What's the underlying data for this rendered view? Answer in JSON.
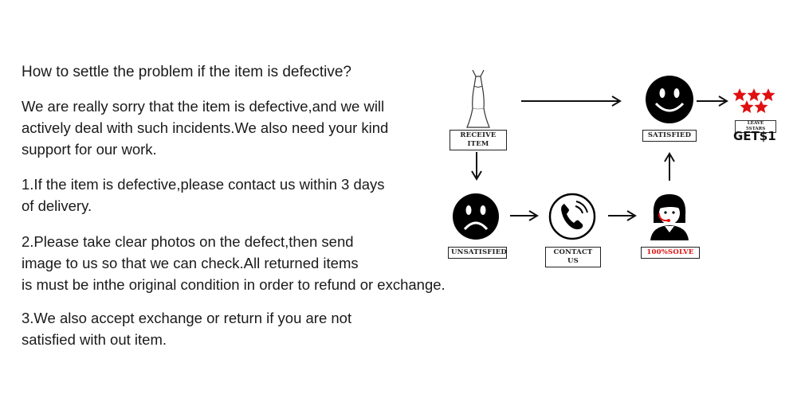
{
  "title": "How to settle the problem if the item is defective?",
  "intro_lines": [
    "We are really sorry that the item is defective,and we will",
    "actively deal with such incidents.We also need your kind",
    "support for our work."
  ],
  "step1_lines": [
    "1.If the item is defective,please contact us within 3 days",
    "of delivery."
  ],
  "step2_lines": [
    "2.Please take clear photos on the defect,then send",
    "image to us so that we can check.All returned items",
    "is must be inthe original condition in order to refund or exchange."
  ],
  "step3_lines": [
    "3.We also accept exchange or return if you are not",
    "satisfied with out item."
  ],
  "flow": {
    "receive_item": "RECEIVE ITEM",
    "satisfied": "SATISFIED",
    "unsatisfied": "UNSATISFIED",
    "contact_us": "CONTACT US",
    "solve": "100%SOLVE",
    "leave_stars": "LEAVE 5STARS",
    "get_reward": "GET$1"
  },
  "colors": {
    "star": "#e01010",
    "solve_text": "#e01010",
    "headset": "#e01010"
  }
}
